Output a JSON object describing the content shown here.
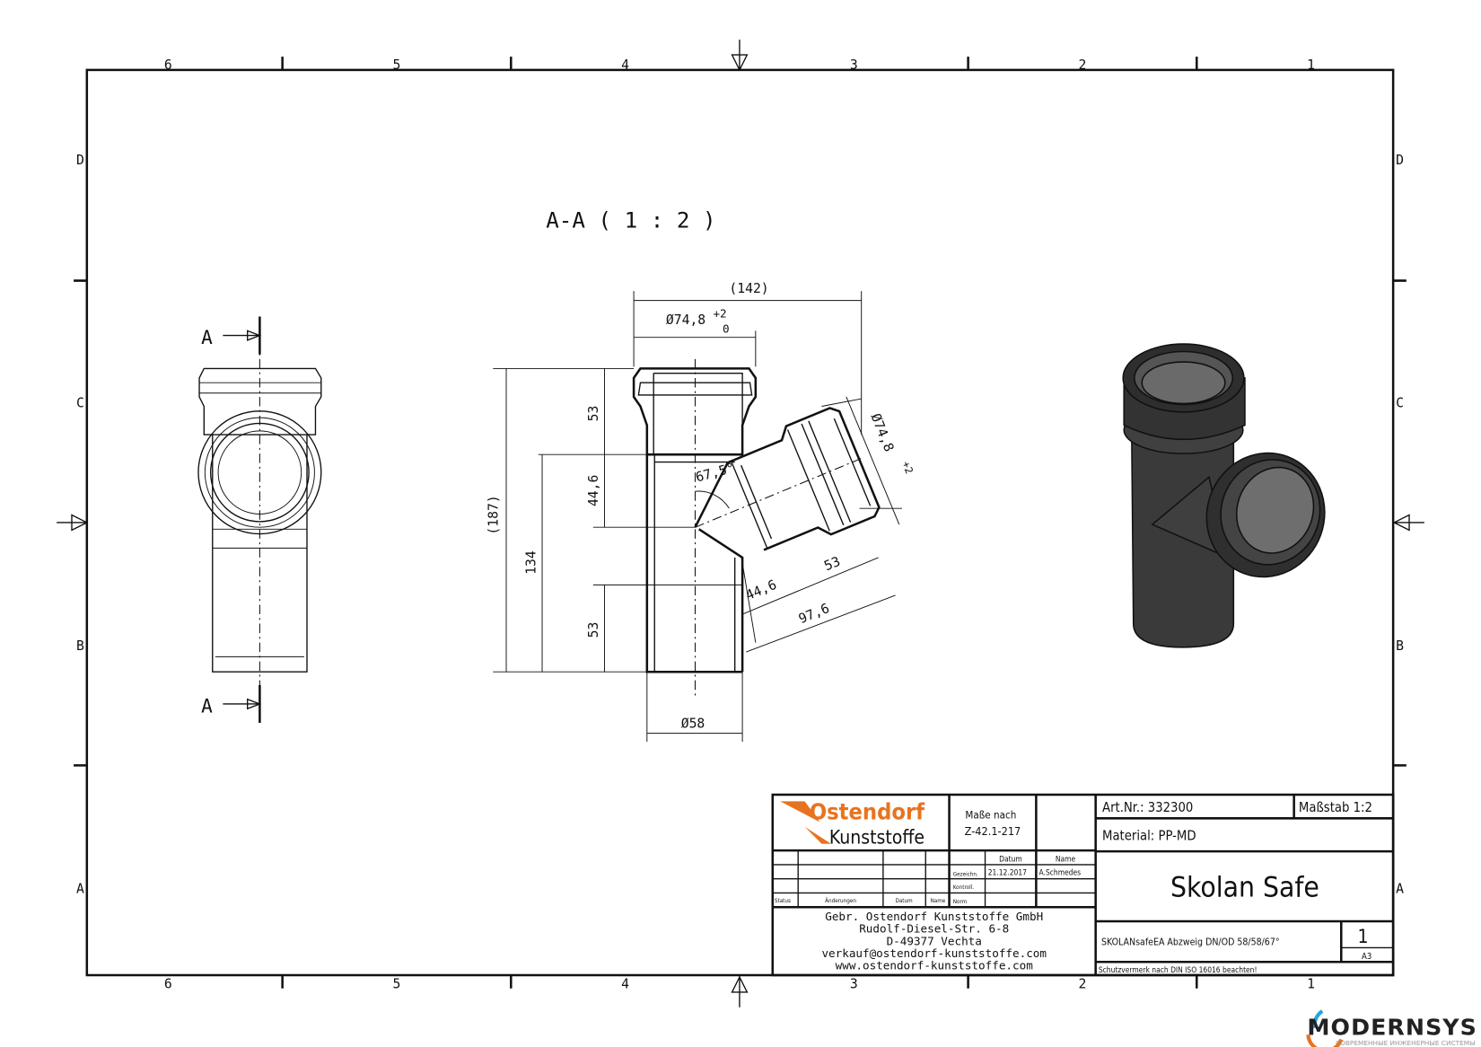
{
  "sheet": {
    "zone_columns": [
      "6",
      "5",
      "4",
      "3",
      "2",
      "1"
    ],
    "zone_rows": [
      "D",
      "C",
      "B",
      "A"
    ]
  },
  "view": {
    "section_label": "A-A ( 1 : 2 )",
    "cut_label_top": "A",
    "cut_label_bottom": "A"
  },
  "dimensions": {
    "overall_width": "(142)",
    "socket_diameter": "Ø74,8",
    "tol_plus": "+2",
    "tol_zero": "0",
    "socket_len_top": "53",
    "mid_len": "44,6",
    "bottom_len": "53",
    "overall_height": "(187)",
    "height_134": "134",
    "angle": "67,5°",
    "branch_socket_diameter": "Ø74,8",
    "branch_len_53": "53",
    "branch_len_44": "44,6",
    "branch_len_total": "97,6",
    "pipe_diameter": "Ø58"
  },
  "title_block": {
    "logo_line1": "Ostendorf",
    "logo_line2": "Kunststoffe",
    "dims_per_label": "Maße nach",
    "dims_per_value": "Z-42.1-217",
    "art_nr": "Art.Nr.: 332300",
    "scale": "Maßstab 1:2",
    "material": "Material: PP-MD",
    "product_name": "Skolan Safe",
    "description": "SKOLANsafeEA Abzweig DN/OD 58/58/67°",
    "sheet_number": "1",
    "sheet_format": "A3",
    "protection_note": "Schutzvermerk nach DIN ISO 16016 beachten!",
    "col_datum": "Datum",
    "col_name": "Name",
    "row_gezeichn": "Gezeichn.",
    "row_kontroll": "Kontroll.",
    "row_norm": "Norm",
    "drawn_date": "21.12.2017",
    "drawn_name": "A.Schmedes",
    "hist_status": "Status",
    "hist_changes": "Änderungen",
    "hist_datum": "Datum",
    "hist_name": "Name",
    "address": [
      "Gebr. Ostendorf Kunststoffe GmbH",
      "Rudolf-Diesel-Str. 6-8",
      "D-49377 Vechta",
      "verkauf@ostendorf-kunststoffe.com",
      "www.ostendorf-kunststoffe.com"
    ]
  },
  "watermark": {
    "brand": "MODERNSYS",
    "tagline": "СОВРЕМЕННЫЕ ИНЖЕНЕРНЫЕ СИСТЕМЫ"
  },
  "colors": {
    "logo_orange": "#e8731f",
    "render_dark": "#3a3a3a",
    "watermark_blue": "#2aa3e0"
  }
}
